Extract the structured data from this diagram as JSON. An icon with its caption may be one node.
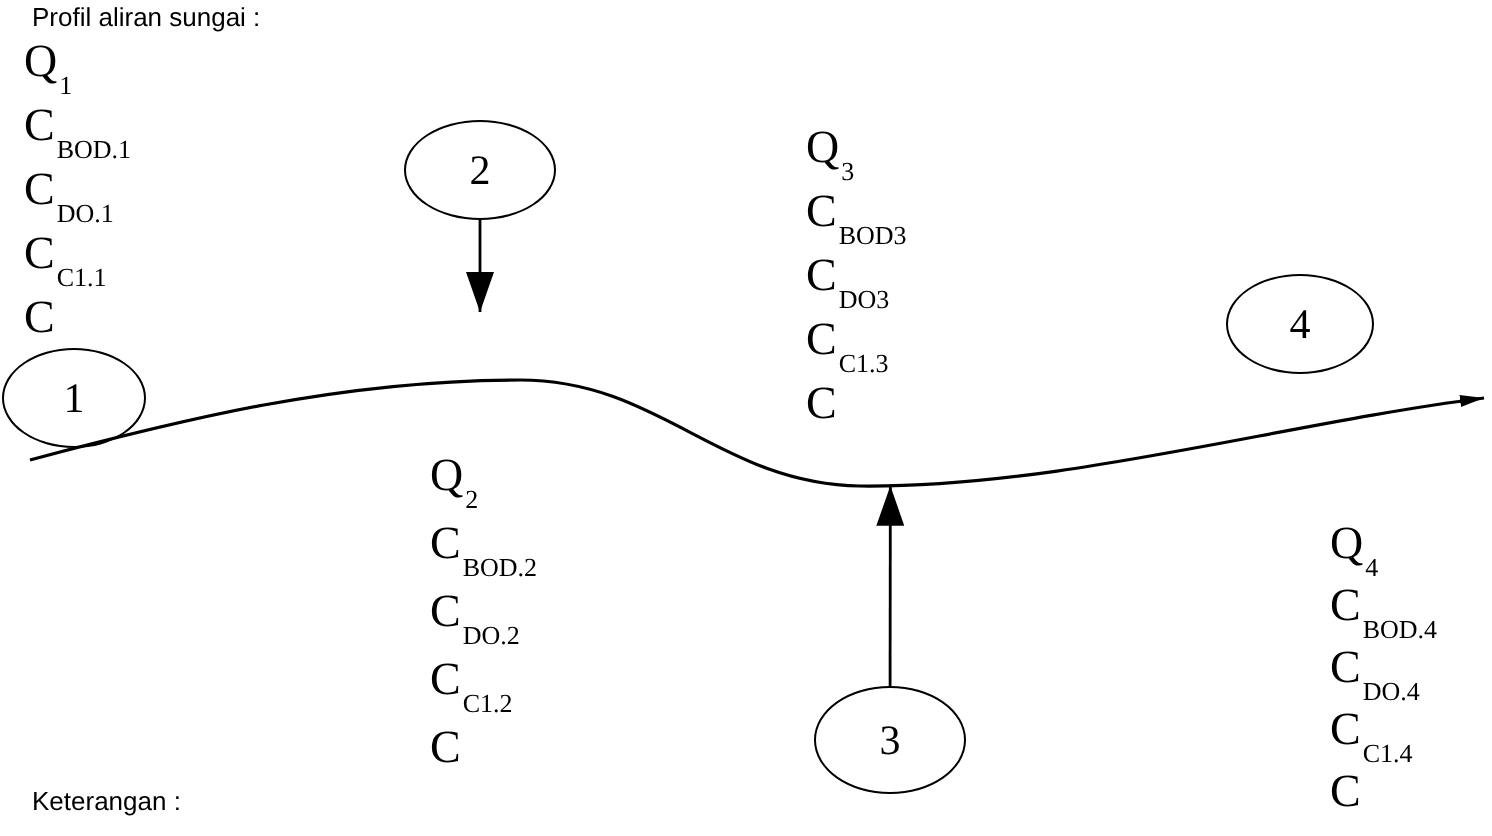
{
  "diagram": {
    "title": "Profil aliran sungai :",
    "nodes": [
      {
        "text": [
          "1"
        ]
      },
      {
        "text": [
          "2"
        ]
      },
      {
        "text": [
          "3"
        ]
      },
      {
        "text": [
          "4"
        ]
      },
      {
        "text": [],
        "shape": "line"
      }
    ],
    "edges": [
      {
        "from": 1,
        "to": null,
        "arrow": "to"
      },
      {
        "from": 2,
        "to": 4,
        "arrow": "to"
      }
    ],
    "labels": [
      "Q$_{1}$",
      "C$_{BOD.1}$",
      "C$_{DO.1}$",
      "C$_{C1.1}$",
      "C",
      "Q$_{3}$",
      "C$_{BOD3}$",
      "C$_{DO3}$",
      "C$_{C1.3}$",
      "C",
      "Q$_{2}$",
      "C$_{BOD.2}$",
      "C$_{DO.2}$",
      "C$_{C1.2}$",
      "C",
      "Q$_{4}$",
      "C$_{BOD.4}$",
      "C$_{DO.4}$",
      "C$_{C1.4}$",
      "C",
      "Keterangan :"
    ]
  }
}
